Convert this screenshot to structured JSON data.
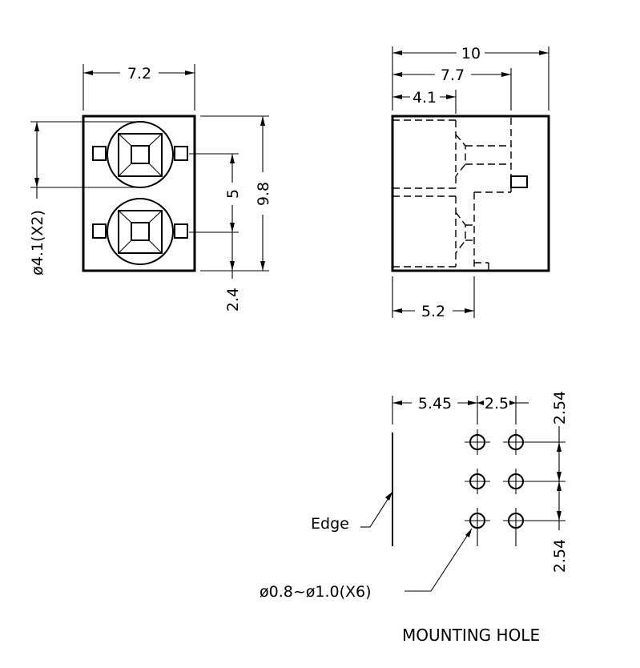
{
  "front_view": {
    "width_label": "7.2",
    "height_label": "9.8",
    "pitch_label": "5",
    "offset_label": "2.4",
    "lens_diameter_label": "ø4.1(X2)"
  },
  "side_view": {
    "total_label": "10",
    "body_label": "7.7",
    "inner_label": "4.1",
    "bottom_label": "5.2"
  },
  "mounting_hole": {
    "x_offset_label": "5.45",
    "x_pitch_label": "2.5",
    "y_pitch_top_label": "2.54",
    "y_pitch_bottom_label": "2.54",
    "edge_label": "Edge",
    "hole_label": "ø0.8~ø1.0(X6)",
    "title": "MOUNTING  HOLE"
  }
}
